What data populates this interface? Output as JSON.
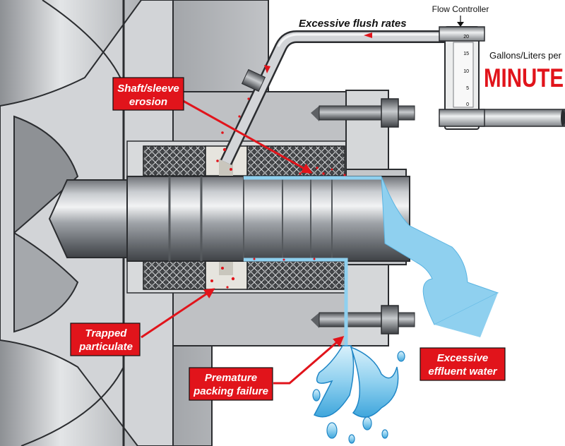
{
  "flow_controller": {
    "title": "Flow Controller",
    "scale_ticks": [
      "20",
      "15",
      "10",
      "5",
      "0"
    ]
  },
  "flush_rate_label": "Excessive flush rates",
  "units": {
    "line1": "Gallons/Liters per",
    "line2": "MINUTE"
  },
  "callouts": {
    "shaft_erosion": {
      "line1": "Shaft/sleeve",
      "line2": "erosion"
    },
    "trapped": {
      "line1": "Trapped",
      "line2": "particulate"
    },
    "premature": {
      "line1": "Premature",
      "line2": "packing failure"
    },
    "effluent": {
      "line1": "Excessive",
      "line2": "effluent water"
    }
  },
  "colors": {
    "callout_red": "#e1141b",
    "water_blue": "#8fd0ef",
    "metal_gray": "#b9bcbf",
    "particle_red": "#e1141b"
  }
}
